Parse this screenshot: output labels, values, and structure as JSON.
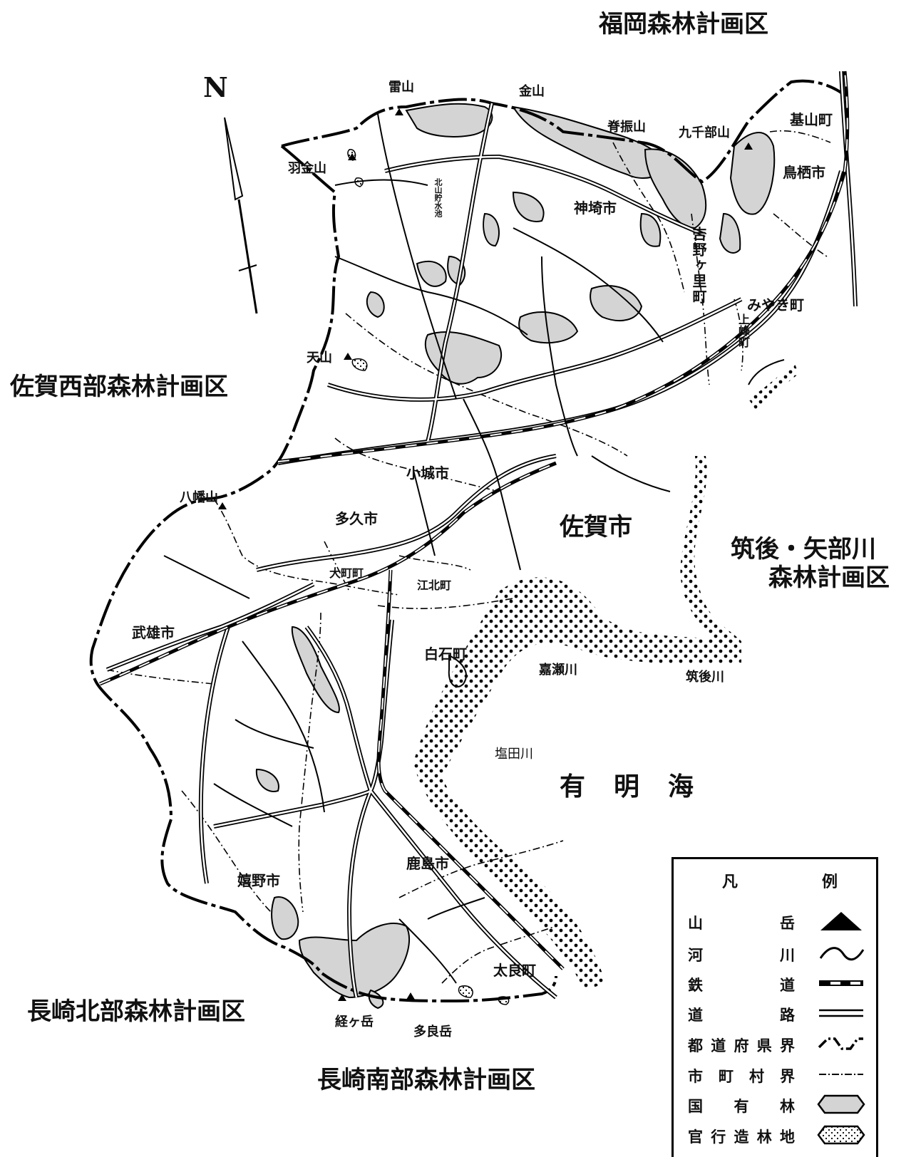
{
  "neighbor_regions": {
    "north": "福岡森林計画区",
    "west": "佐賀西部森林計画区",
    "east_line1": "筑後・矢部川",
    "east_line2": "森林計画区",
    "southwest": "長崎北部森林計画区",
    "south": "長崎南部森林計画区"
  },
  "north_arrow": {
    "label": "N"
  },
  "municipalities": {
    "saga": "佐賀市",
    "kanzaki": "神埼市",
    "yoshinogari": "吉野ヶ里町",
    "kiyama": "基山町",
    "tosu": "鳥栖市",
    "miyaki": "みやき町",
    "kamimine": "上峰町",
    "ogi": "小城市",
    "taku": "多久市",
    "omachi": "大町町",
    "kohoku": "江北町",
    "takeo": "武雄市",
    "shiroishi": "白石町",
    "ureshino": "嬉野市",
    "kashima": "鹿島市",
    "tara": "太良町"
  },
  "mountains": {
    "raizan": "雷山",
    "kanayama": "金山",
    "sefuri": "脊振山",
    "kusenbu": "九千部山",
    "hagane": "羽金山",
    "tenzan": "天山",
    "hachiman": "八幡山",
    "kyogatake": "経ヶ岳",
    "taradake": "多良岳"
  },
  "rivers": {
    "kase": "嘉瀬川",
    "chikugo": "筑後川",
    "shiota": "塩田川"
  },
  "water": {
    "reservoir": "北山貯水池",
    "sea": "有明海"
  },
  "legend": {
    "title_left": "凡",
    "title_right": "例",
    "items": [
      {
        "name": "山岳",
        "icon": "mountain-triangle"
      },
      {
        "name": "河川",
        "icon": "river-wave"
      },
      {
        "name": "鉄道",
        "icon": "railway-line"
      },
      {
        "name": "道路",
        "icon": "road-double-line"
      },
      {
        "name": "都道府県界",
        "icon": "prefecture-boundary"
      },
      {
        "name": "市町村界",
        "icon": "municipal-boundary"
      },
      {
        "name": "国有林",
        "icon": "national-forest-fill"
      },
      {
        "name": "官行造林地",
        "icon": "government-plantation-dotted"
      }
    ]
  }
}
